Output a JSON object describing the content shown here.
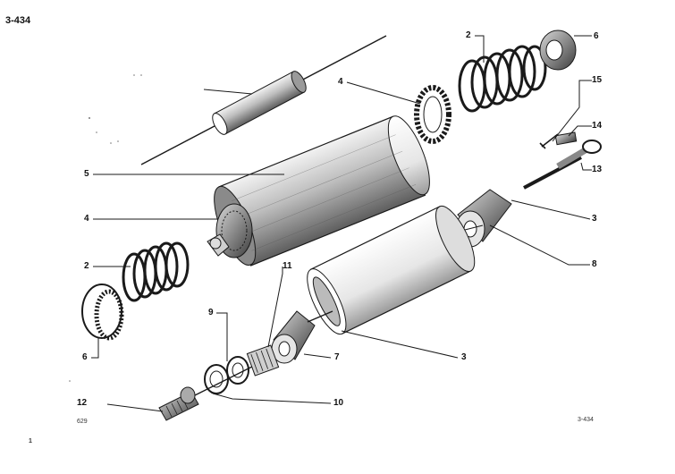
{
  "header": {
    "figure_id": "3-434"
  },
  "footer": {
    "left_code": "629",
    "right_code": "3-434",
    "page_mark": "1"
  },
  "callouts": {
    "c2a": "2",
    "c6a": "6",
    "c15": "15",
    "c14": "14",
    "c13": "13",
    "c4a": "4",
    "c5": "5",
    "c4b": "4",
    "c3a": "3",
    "c8": "8",
    "c2b": "2",
    "c11": "11",
    "c9": "9",
    "c7": "7",
    "c6b": "6",
    "c3b": "3",
    "c12": "12",
    "c10": "10"
  },
  "colors": {
    "ink": "#1a1a1a",
    "shade": "#6b6b6b",
    "paper": "#ffffff"
  }
}
